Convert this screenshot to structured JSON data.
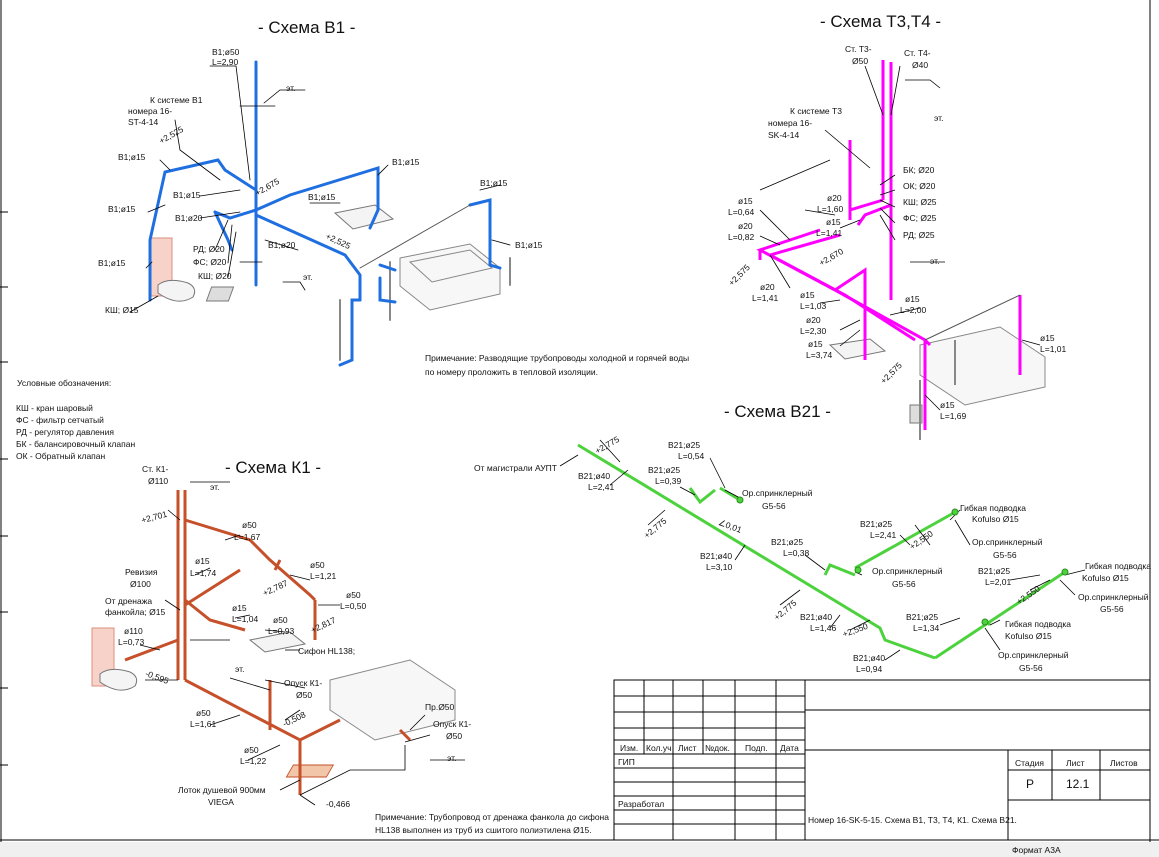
{
  "titles": {
    "b1": "- Схема В1 -",
    "t3t4": "- Схема Т3,Т4 -",
    "k1": "- Схема К1 -",
    "b21": "- Схема В21 -"
  },
  "b1_labels": {
    "riser": "В1;ø50",
    "riser_len": "L=2,90",
    "to_system": "К системе В1",
    "to_system_num": "номера 16-",
    "to_system_code": "ST-4-14",
    "lvl1": "+2,525",
    "lvl2": "+2,675",
    "lvl3": "+2,525",
    "p15a": "В1;ø15",
    "p15b": "В1;ø15",
    "p15c": "В1;ø15",
    "p15d": "В1;ø15",
    "p15e": "В1;ø15",
    "p15f": "В1;ø15",
    "p15g": "В1;ø15",
    "p15h": "В1;ø15",
    "p20a": "В1;ø20",
    "p20b": "В1;ø20",
    "rd": "РД; Ø20",
    "fs": "ФС; Ø20",
    "ksh": "КШ; Ø20",
    "ksh15": "КШ; Ø15",
    "et1": "эт.",
    "et2": "эт."
  },
  "t3_labels": {
    "st_t3": "Ст. Т3-",
    "d50": "Ø50",
    "st_t4": "Ст. Т4-",
    "d40": "Ø40",
    "et1": "эт.",
    "et2": "эт.",
    "to_system": "К системе Т3",
    "to_system_num": "номера 16-",
    "to_system_code": "SK-4-14",
    "bk": "БК; Ø20",
    "ok": "ОК; Ø20",
    "ksh": "КШ; Ø25",
    "fs": "ФС; Ø25",
    "rd": "РД; Ø25",
    "a1": "ø15",
    "a1l": "L=0,64",
    "a2": "ø20",
    "a2l": "L=0,82",
    "a3": "ø20",
    "a3l": "L=1,60",
    "a4": "ø15",
    "a4l": "L=1,41",
    "lvl1": "+2,575",
    "lvl2": "+2,670",
    "lvl3": "+2,575",
    "a5": "ø20",
    "a5l": "L=1,41",
    "a6": "ø15",
    "a6l": "L=1,03",
    "a7": "ø20",
    "a7l": "L=2,30",
    "a8": "ø15",
    "a8l": "L=3,74",
    "a9": "ø15",
    "a9l": "L=2,00",
    "a10": "ø15",
    "a10l": "L=1,01",
    "a11": "ø15",
    "a11l": "L=1,69"
  },
  "note1_line1": "Примечание: Разводящие трубопроводы холодной и горячей воды",
  "note1_line2": "по номеру проложить в тепловой изоляции.",
  "legend": {
    "title": "Условные обозначения:",
    "items": [
      "КШ - кран шаровый",
      "ФС - фильтр сетчатый",
      "РД - регулятор давления",
      "БК - балансировочный клапан",
      "ОК - Обратный клапан"
    ]
  },
  "k1_labels": {
    "st": "Ст. К1-",
    "d110": "Ø110",
    "et1": "эт.",
    "lvl1": "+2,701",
    "p1": "ø50",
    "p1l": "L=1,67",
    "revision": "Ревизия",
    "revision_d": "Ø100",
    "drain": "От дренажа",
    "drain2": "фанкойла; Ø15",
    "p2": "ø15",
    "p2l": "L=1,74",
    "p3": "ø50",
    "p3l": "L=1,21",
    "lvl2": "+2,787",
    "p4": "ø50",
    "p4l": "L=0,50",
    "p5": "ø15",
    "p5l": "L=1,04",
    "p6": "ø50",
    "p6l": "L=0,93",
    "lvl3": "+2,817",
    "p7": "ø110",
    "p7l": "L=0,73",
    "siphon": "Сифон HL138;",
    "et2": "эт.",
    "lvl4": "-0,595",
    "drop1": "Опуск К1-",
    "drop1d": "Ø50",
    "p8": "ø50",
    "p8l": "L=1,61",
    "lvl5": "-0,508",
    "pr": "Пр.Ø50",
    "drop2": "Опуск К1-",
    "drop2d": "Ø50",
    "p9": "ø50",
    "p9l": "L=1,22",
    "et3": "эт.",
    "tray": "Лоток душевой 900мм",
    "tray2": "VIEGA",
    "lvl6": "-0,466"
  },
  "note2_line1": "Примечание: Трубопровод от дренажа фанкола до сифона",
  "note2_line2": "HL138 выполнен из труб из сшитого полиэтилена Ø15.",
  "b21_labels": {
    "from": "От магистрали АУПТ",
    "lvl1": "+2,775",
    "p1": "В21;ø40",
    "p1l": "L=2,41",
    "p2": "В21;ø25",
    "p2l": "L=0,54",
    "p3": "В21;ø25",
    "p3l": "L=0,39",
    "spr1": "Ор.спринклерный",
    "spr1c": "G5-56",
    "lvl2": "+2,775",
    "slope": "∠0,01",
    "p4": "В21;ø40",
    "p4l": "L=3,10",
    "p5": "В21;ø25",
    "p5l": "L=0,38",
    "p6": "В21;ø25",
    "p6l": "L=2,41",
    "lvl3": "+2,550",
    "hose1": "Гибкая подводка",
    "hose1c": "Kofulso Ø15",
    "spr2": "Ор.спринклерный",
    "spr2c": "G5-56",
    "spr3": "Ор.спринклерный",
    "spr3c": "G5-56",
    "lvl4": "+2,775",
    "p7": "В21;ø40",
    "p7l": "L=1,46",
    "lvl5": "+2,550",
    "p8": "В21;ø25",
    "p8l": "L=2,01",
    "hose2": "Гибкая подводка",
    "hose2c": "Kofulso Ø15",
    "lvl6": "+2,550",
    "spr4": "Ор.спринклерный",
    "spr4c": "G5-56",
    "p9": "В21;ø25",
    "p9l": "L=1,34",
    "hose3": "Гибкая подводка",
    "hose3c": "Kofulso Ø15",
    "p10": "В21;ø40",
    "p10l": "L=0,94",
    "spr5": "Ор.спринклерный",
    "spr5c": "G5-56"
  },
  "stamp": {
    "izm": "Изм.",
    "kol": "Кол.уч",
    "list": "Лист",
    "ndok": "№док.",
    "podp": "Подп.",
    "data": "Дата",
    "gip": "ГИП",
    "razrab": "Разработал",
    "stadia": "Стадия",
    "list2": "Лист",
    "listov": "Листов",
    "stadia_val": "Р",
    "list_val": "12.1",
    "desc": "Номер 16-SK-5-15. Схема В1, Т3, Т4, К1. Схема В21.",
    "format": "Формат А3А"
  },
  "colors": {
    "b1": "#1f6fe0",
    "t3": "#ff00ff",
    "k1": "#c6502a",
    "b21": "#4cd23c",
    "fixture": "#9a9a9a"
  }
}
